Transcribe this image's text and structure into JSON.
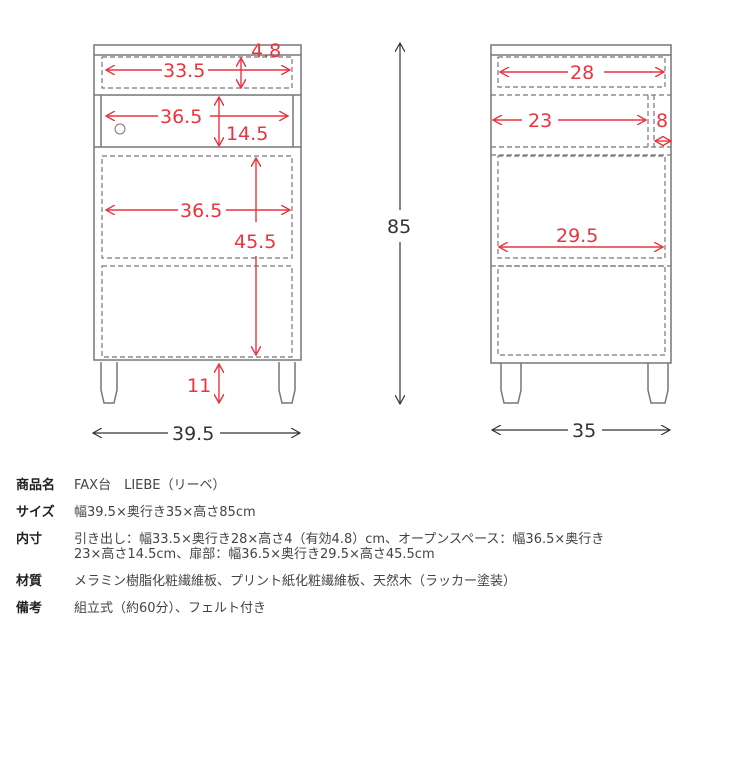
{
  "front_view": {
    "width_total": "39.5",
    "height_total": "85",
    "drawer_width": "33.5",
    "drawer_height": "4.8",
    "open_space_width": "36.5",
    "open_space_height": "14.5",
    "door_width": "36.5",
    "door_height": "45.5",
    "leg_height": "11"
  },
  "side_view": {
    "depth_total": "35",
    "drawer_depth": "28",
    "open_space_depth": "23",
    "open_space_back_gap": "8",
    "door_depth": "29.5"
  },
  "colors": {
    "dimension_red": "#e8343f",
    "outline_gray": "#777777",
    "dimension_black": "#333333"
  },
  "specs": [
    {
      "label": "商品名",
      "value": "FAX台　LIEBE（リーベ）"
    },
    {
      "label": "サイズ",
      "value": "幅39.5×奥行き35×高さ85cm"
    },
    {
      "label": "内寸",
      "value": "引き出し：幅33.5×奥行き28×高さ4（有効4.8）cm、オープンスペース：幅36.5×奥行き\n23×高さ14.5cm、扉部：幅36.5×奥行き29.5×高さ45.5cm"
    },
    {
      "label": "材質",
      "value": "メラミン樹脂化粧繊維板、プリント紙化粧繊維板、天然木（ラッカー塗装）"
    },
    {
      "label": "備考",
      "value": "組立式（約60分）、フェルト付き"
    }
  ]
}
